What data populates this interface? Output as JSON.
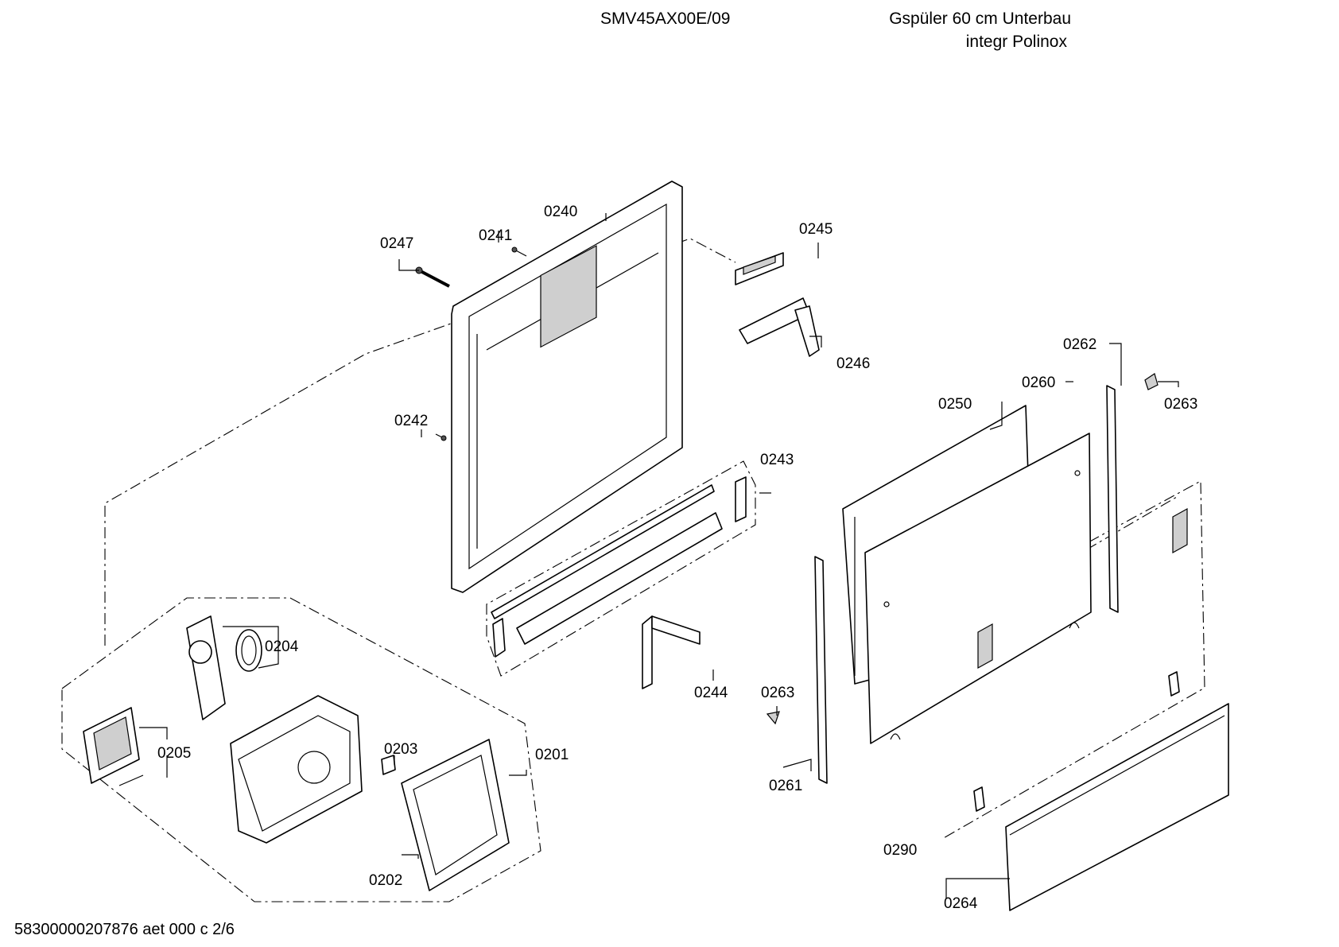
{
  "header": {
    "model": "SMV45AX00E/09",
    "description_line1": "Gspüler 60 cm Unterbau",
    "description_line2": "integr Polinox"
  },
  "footer": {
    "doc_id": "58300000207876 aet 000 c 2/6"
  },
  "part_labels": {
    "p0201": "0201",
    "p0202": "0202",
    "p0203": "0203",
    "p0204": "0204",
    "p0205": "0205",
    "p0240": "0240",
    "p0241": "0241",
    "p0242": "0242",
    "p0243": "0243",
    "p0244": "0244",
    "p0245": "0245",
    "p0246": "0246",
    "p0247": "0247",
    "p0250": "0250",
    "p0260": "0260",
    "p0261": "0261",
    "p0262": "0262",
    "p0263a": "0263",
    "p0263b": "0263",
    "p0264": "0264",
    "p0290": "0290"
  }
}
